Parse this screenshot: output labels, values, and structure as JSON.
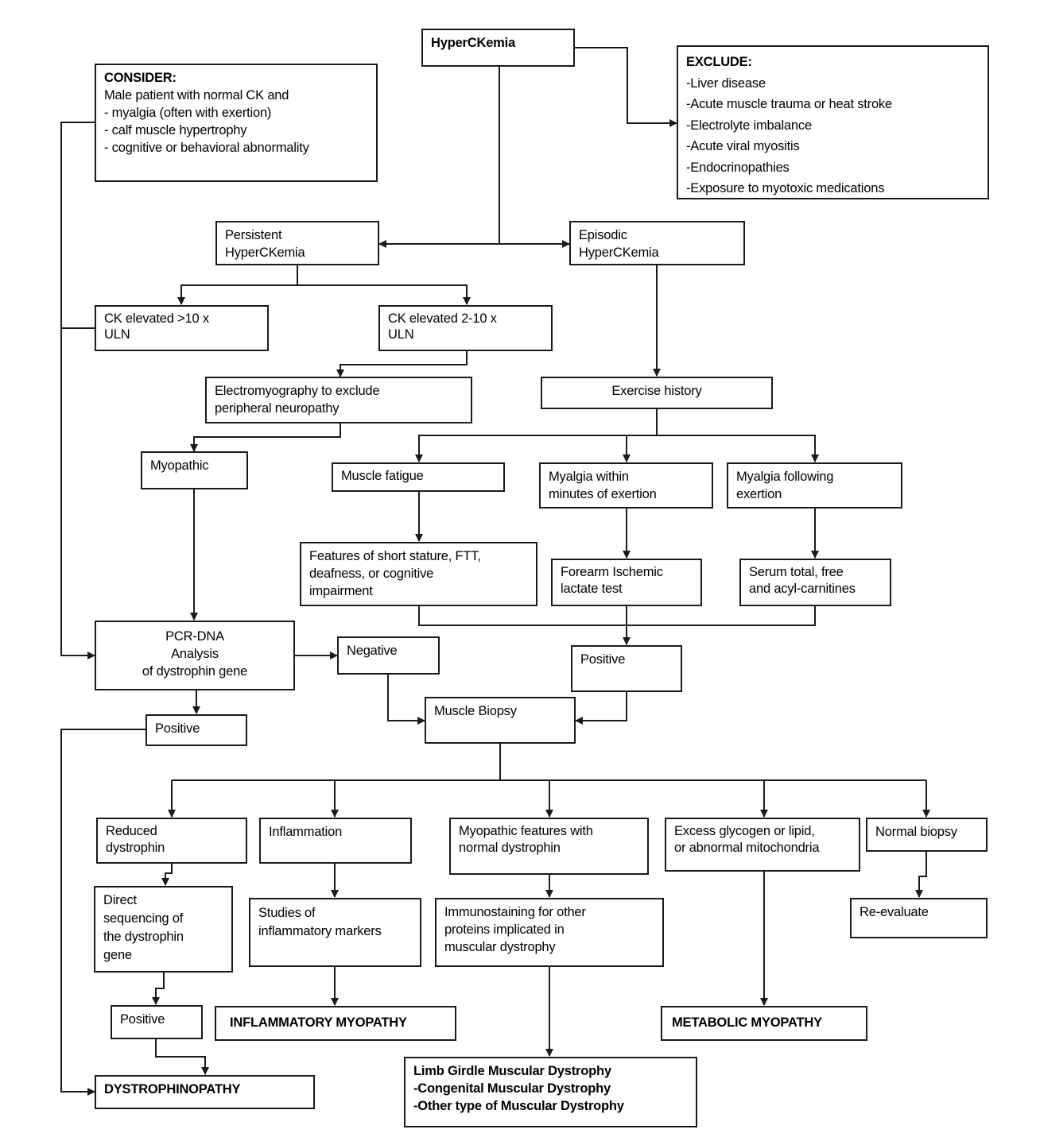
{
  "nodes": {
    "root": [
      "HyperCKemia"
    ],
    "exclude": [
      "EXCLUDE:",
      "-Liver disease",
      "-Acute muscle trauma or heat stroke",
      "-Electrolyte imbalance",
      "-Acute viral myositis",
      "-Endocrinopathies",
      "-Exposure to myotoxic medications"
    ],
    "consider": [
      "CONSIDER:",
      "Male patient with normal CK and",
      "- myalgia (often with exertion)",
      "- calf muscle hypertrophy",
      "- cognitive or behavioral abnormality"
    ],
    "persistent": [
      "Persistent",
      "HyperCKemia"
    ],
    "episodic": [
      "Episodic",
      "HyperCKemia"
    ],
    "ck_gt10": [
      "CK elevated >10 x",
      "ULN"
    ],
    "ck_2_10": [
      "CK elevated 2-10 x",
      "ULN"
    ],
    "emg": [
      "Electromyography to exclude",
      "peripheral neuropathy"
    ],
    "exercise_history": [
      "Exercise history"
    ],
    "myopathic": [
      "Myopathic"
    ],
    "muscle_fatigue": [
      "Muscle fatigue"
    ],
    "myalgia_within": [
      "Myalgia within",
      "minutes of exertion"
    ],
    "myalgia_following": [
      "Myalgia following",
      "exertion"
    ],
    "features_short_stature": [
      "Features of short stature,  FTT,",
      "deafness, or cognitive",
      "impairment"
    ],
    "forearm_test": [
      "Forearm Ischemic",
      "lactate test"
    ],
    "serum_carnitines": [
      "Serum total, free",
      "and acyl-carnitines"
    ],
    "pcr_dna": [
      "PCR-DNA",
      "Analysis",
      "of dystrophin gene"
    ],
    "negative": [
      "Negative"
    ],
    "positive_mid": [
      "Positive"
    ],
    "muscle_biopsy": [
      "Muscle Biopsy"
    ],
    "positive_left": [
      "Positive"
    ],
    "reduced_dystrophin": [
      "Reduced",
      "dystrophin"
    ],
    "inflammation": [
      "Inflammation"
    ],
    "myopathic_features": [
      "Myopathic features with",
      "normal dystrophin"
    ],
    "excess_glycogen": [
      "Excess glycogen or lipid,",
      "or abnormal mitochondria"
    ],
    "normal_biopsy": [
      "Normal biopsy"
    ],
    "direct_sequencing": [
      "Direct",
      "sequencing of",
      "the dystrophin",
      "gene"
    ],
    "studies_inflammatory": [
      "Studies of",
      "inflammatory markers"
    ],
    "immunostaining": [
      "Immunostaining for other",
      "proteins implicated in",
      "muscular dystrophy"
    ],
    "re_evaluate": [
      "Re-evaluate"
    ],
    "positive_bottom": [
      "Positive"
    ],
    "inflammatory_myopathy": [
      "INFLAMMATORY MYOPATHY"
    ],
    "metabolic_myopathy": [
      "METABOLIC MYOPATHY"
    ],
    "dystrophinopathy": [
      "DYSTROPHINOPATHY"
    ],
    "limb_girdle": [
      "Limb Girdle Muscular Dystrophy",
      "-Congenital Muscular Dystrophy",
      "-Other type of Muscular Dystrophy"
    ]
  }
}
